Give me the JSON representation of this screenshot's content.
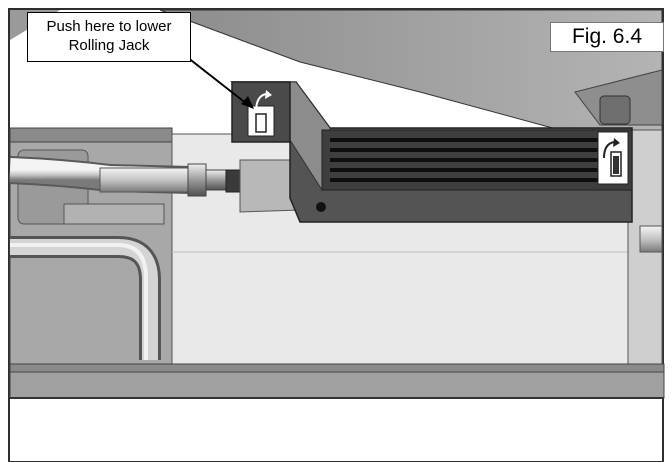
{
  "callout": {
    "line1": "Push here to lower",
    "line2": "Rolling Jack"
  },
  "figure_label": "Fig. 6.4",
  "colors": {
    "frame": "#2e2e2e",
    "chassis_dark": "#545454",
    "chassis_mid": "#8a8a8a",
    "panel_light": "#e9e9e9",
    "background_gray": "#a6a6a6",
    "vent_stripe": "#101010"
  },
  "icons": [
    "push-lever-icon",
    "push-lever-icon-right",
    "callout-arrow-icon"
  ]
}
